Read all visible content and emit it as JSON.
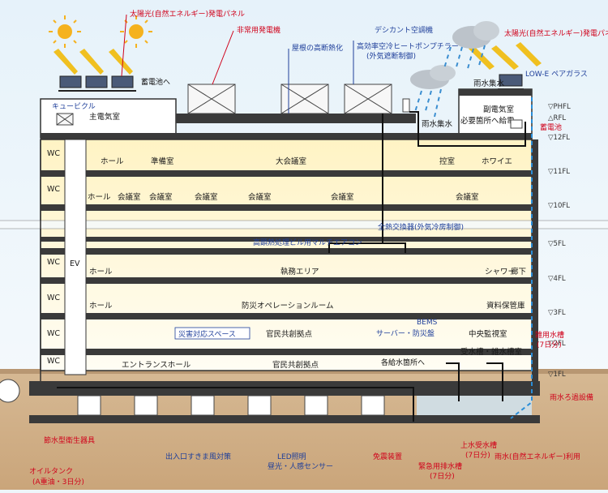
{
  "labels": {
    "solar_left": "太陽光(自然エネルギー)発電パネル",
    "emergency_gen": "非常用発電機",
    "roof_insulation": "屋根の高断熱化",
    "desiccant": "デシカント空調機",
    "heatpump": "高効率空冷ヒートポンプチラー",
    "heatpump_sub": "(外気遮断制御)",
    "solar_right": "太陽光(自然エネルギー)発電パネル",
    "lowe": "LOW-E ペアガラス",
    "rain_collect_top": "雨水集水",
    "to_battery": "蓄電池へ",
    "cubicle": "キュービクル",
    "main_elec": "主電気室",
    "sub_elec": "副電気室",
    "battery": "蓄電池",
    "power_supply": "必要箇所へ給電",
    "rain_collect": "雨水集水",
    "total_heat": "全熱交換器(外気冷房制御)",
    "multi_ac": "高顕熱処理ビル用マルチエアコン",
    "bems": "BEMS",
    "server": "サーバー・防災盤",
    "central_monitor": "中央監視室",
    "disaster_space": "災害対応スペース",
    "miscellaneous_tank": "雑用水槽",
    "miscellaneous_tank_days": "(7日分)",
    "water_points": "各給水箇所へ",
    "tank_room": "受水槽・雑水槽室",
    "rain_filter": "雨水ろ過設備",
    "oil_tank": "オイルタンク",
    "oil_tank_sub": "(A重油・3日分)",
    "water_fixture": "節水型衛生器具",
    "entrance_wind": "出入口すきま風対策",
    "led": "LED照明",
    "led_sub": "昼光・人感センサー",
    "seismic": "免震装置",
    "upper_tank": "上水受水槽",
    "upper_tank_days": "(7日分)",
    "emergency_drain": "緊急用排水槽",
    "emergency_drain_days": "(7日分)",
    "rain_use": "雨水(自然エネルギー)利用"
  },
  "levels": [
    "▽PHFL",
    "△RFL",
    "▽12FL",
    "▽11FL",
    "▽10FL",
    "▽5FL",
    "▽4FL",
    "▽3FL",
    "▽2FL",
    "▽1FL"
  ],
  "rooms": {
    "hall": "ホール",
    "prep": "準備室",
    "big_conf": "大会議室",
    "waiting": "控室",
    "foyer": "ホワイエ",
    "conf": "会議室",
    "office": "執務エリア",
    "shower": "シャワー",
    "corridor": "廊下",
    "disaster_ops": "防災オペレーションルーム",
    "archive": "資料保管庫",
    "public_hub": "官民共創拠点",
    "entrance_hall": "エントランスホール",
    "wc": "WC",
    "ev": "EV"
  }
}
